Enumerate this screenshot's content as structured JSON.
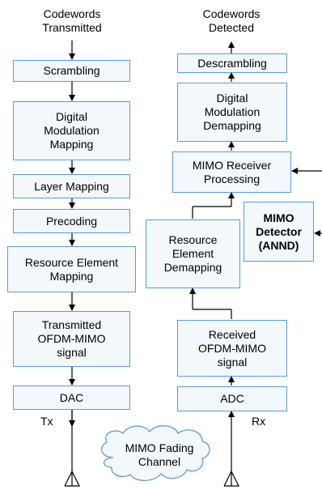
{
  "tx_chain": {
    "header": "Codewords\nTransmitted",
    "scrambling": "Scrambling",
    "modulation_mapping": "Digital\nModulation\nMapping",
    "layer_mapping": "Layer Mapping",
    "precoding": "Precoding",
    "re_mapping": "Resource Element\nMapping",
    "ofdm_signal": "Transmitted\nOFDM-MIMO\nsignal",
    "dac": "DAC",
    "tx_label": "Tx"
  },
  "rx_chain": {
    "header": "Codewords\nDetected",
    "descrambling": "Descrambling",
    "demodulation_demapping": "Digital\nModulation\nDemapping",
    "mimo_rx_processing": "MIMO Receiver\nProcessing",
    "re_demapping": "Resource\nElement\nDemapping",
    "ofdm_signal": "Received\nOFDM-MIMO\nsignal",
    "adc": "ADC",
    "rx_label": "Rx"
  },
  "detector": "MIMO\nDetector\n(ANND)",
  "channel": "MIMO Fading\nChannel",
  "colors": {
    "box_border": "#5b9bd5",
    "box_fill": "#f3f8fd",
    "line": "#000000"
  }
}
